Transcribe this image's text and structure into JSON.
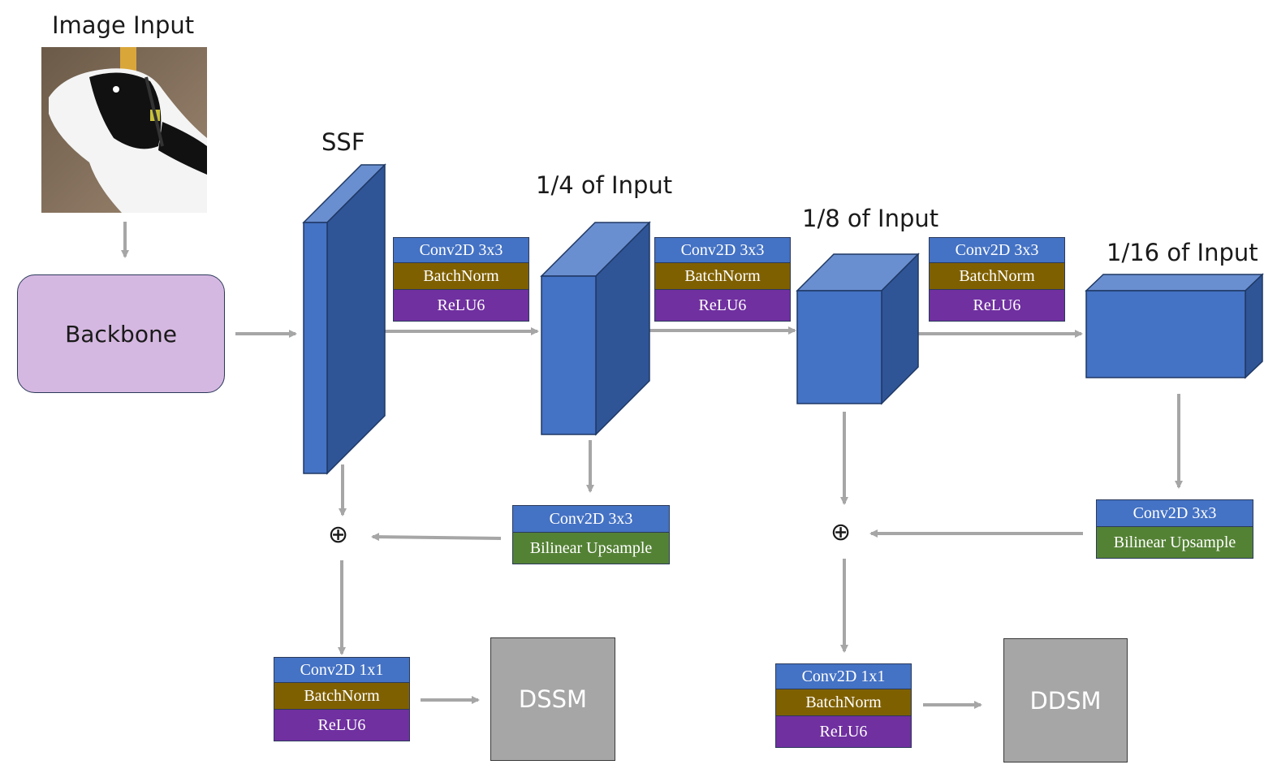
{
  "labels": {
    "image_input": "Image Input",
    "ssf": "SSF",
    "quarter": "1/4 of Input",
    "eighth": "1/8 of Input",
    "sixteenth": "1/16 of Input"
  },
  "backbone": "Backbone",
  "blocks": {
    "cbr1": [
      "Conv2D 3x3",
      "BatchNorm",
      "ReLU6"
    ],
    "cbr2": [
      "Conv2D 3x3",
      "BatchNorm",
      "ReLU6"
    ],
    "cbr3": [
      "Conv2D 3x3",
      "BatchNorm",
      "ReLU6"
    ],
    "up1": [
      "Conv2D 3x3",
      "Bilinear Upsample"
    ],
    "up2": [
      "Conv2D 3x3",
      "Bilinear Upsample"
    ],
    "head1": [
      "Conv2D 1x1",
      "BatchNorm",
      "ReLU6"
    ],
    "head2": [
      "Conv2D 1x1",
      "BatchNorm",
      "ReLU6"
    ]
  },
  "outputs": {
    "dssm": "DSSM",
    "ddsm": "DDSM"
  },
  "sum_symbol": "⊕",
  "colors": {
    "conv": "#4472c4",
    "batchnorm": "#7f6000",
    "relu": "#7030a0",
    "upsample": "#548235",
    "backbone": "#d5b8e1",
    "output": "#a6a6a6",
    "arrow": "#a6a6a6",
    "cube_front": "#4472c4",
    "cube_side": "#2f5597",
    "cube_top": "#6a8fd0"
  }
}
